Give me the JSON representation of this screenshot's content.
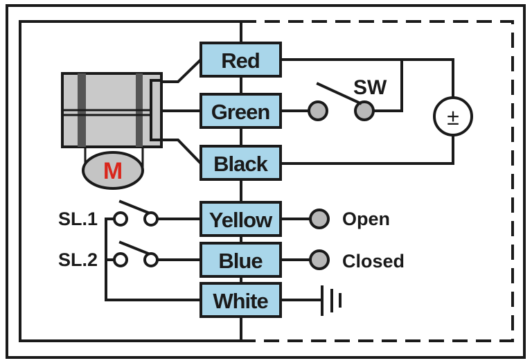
{
  "terminals": [
    {
      "key": "red",
      "label": "Red"
    },
    {
      "key": "green",
      "label": "Green"
    },
    {
      "key": "black",
      "label": "Black"
    },
    {
      "key": "yellow",
      "label": "Yellow"
    },
    {
      "key": "blue",
      "label": "Blue"
    },
    {
      "key": "white",
      "label": "White"
    }
  ],
  "labels": {
    "switch": "SW",
    "limit_switch_1": "SL.1",
    "limit_switch_2": "SL.2",
    "open": "Open",
    "closed": "Closed",
    "motor": "M",
    "power_source": "±"
  },
  "colors": {
    "terminal_fill": "#a9d6ea",
    "motor_letter": "#d9261c",
    "line": "#1a1a1a"
  }
}
